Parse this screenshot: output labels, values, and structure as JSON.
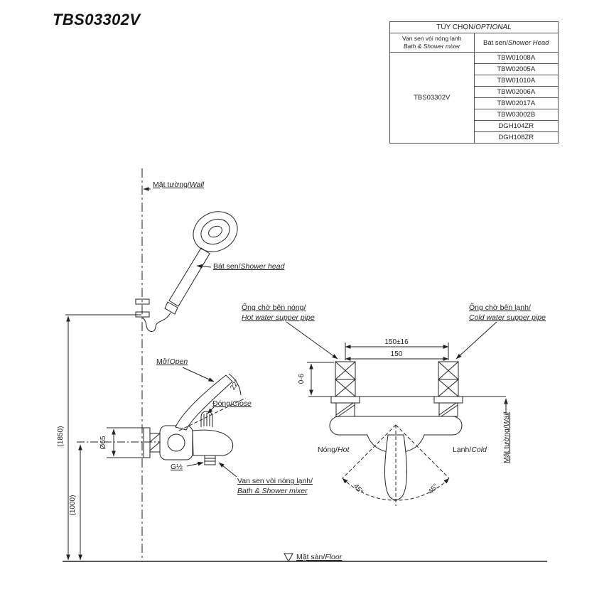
{
  "page": {
    "title": "TBS03302V"
  },
  "table": {
    "header_vn": "TÙY CHỌN/",
    "header_en": "OPTIONAL",
    "mixer_col_vn": "Van sen vòi nóng lạnh",
    "mixer_col_en": "Bath & Shower mixer",
    "shower_col_vn": "Bát sen/",
    "shower_col_en": "Shower Head",
    "mixer_code": "TBS03302V",
    "shower_heads": [
      "TBW01008A",
      "TBW02005A",
      "TBW01010A",
      "TBW02006A",
      "TBW02017A",
      "TBW03002B",
      "DGH104ZR",
      "DGH108ZR"
    ]
  },
  "drawing": {
    "wall_vn": "Mặt tường/",
    "wall_en": "Wall",
    "shower_head_vn": "Bát sen/",
    "shower_head_en": "Shower head",
    "open_vn": "Mở/",
    "open_en": "Open",
    "close_vn": "Đóng/",
    "close_en": "Close",
    "angle_open": "22°",
    "hot_pipe_vn": "Ống chờ bên nóng/",
    "hot_pipe_en": "Hot water supper pipe",
    "cold_pipe_vn": "Ống chờ bên lạnh/",
    "cold_pipe_en": "Cold water supper pipe",
    "dim_spacing_tol": "150±16",
    "dim_spacing": "150",
    "dim_protrusion": "0-6",
    "hot_vn": "Nóng/",
    "hot_en": "Hot",
    "cold_vn": "Lạnh/",
    "cold_en": "Cold",
    "angle_left": "45°",
    "angle_right": "45°",
    "wall_right_vn": "Mặt tường/",
    "wall_right_en": "Wall",
    "dim_height_shower": "(1850)",
    "dim_height_mixer": "(1000)",
    "dim_diameter": "Ø65",
    "thread": "G½",
    "mixer_label_vn": "Van sen vòi nóng lạnh/",
    "mixer_label_en": "Bath & Shower mixer",
    "floor_vn": "Mặt sàn/",
    "floor_en": "Floor"
  }
}
